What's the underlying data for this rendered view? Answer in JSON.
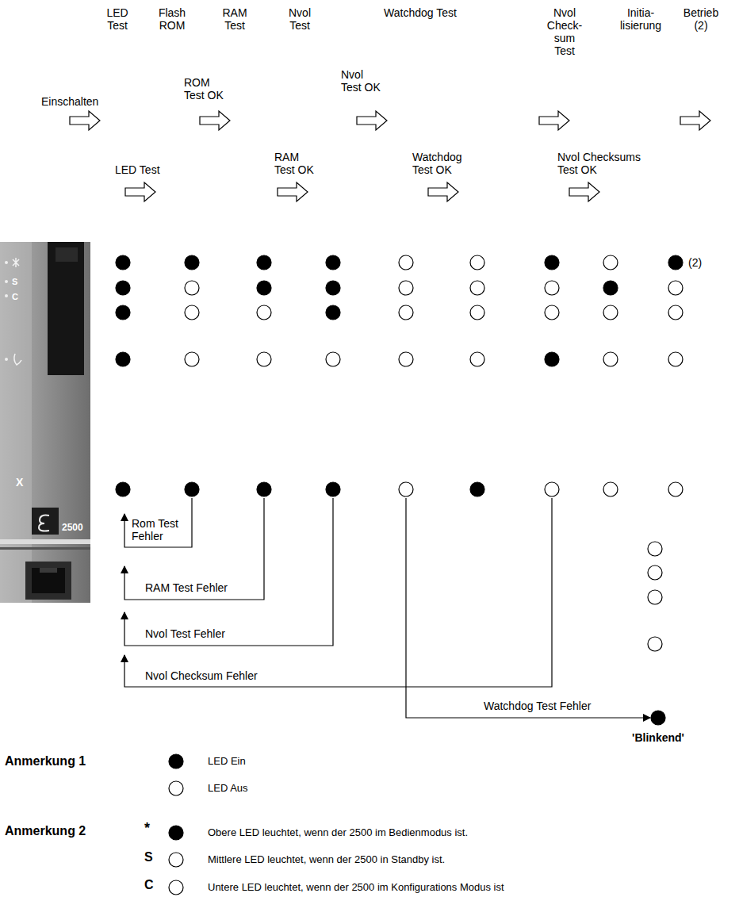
{
  "diagram": {
    "labels": [
      "LED Test",
      "Flash ROM",
      "RAM Test",
      "Nvol Test",
      "Watchdog Test",
      "Nvol Check-sum Test",
      "Initia-lisierung",
      "Betrieb (2)",
      "Einschalten",
      "ROM Test OK",
      "Nvol Test OK",
      "LED Test",
      "RAM Test OK",
      "Watchdog Test OK",
      "Nvol Checksums Test OK",
      "(2)",
      "S",
      "C",
      "X",
      "2500",
      "Rom Test Fehler",
      "RAM Test Fehler",
      "Nvol Test Fehler",
      "Nvol Checksum Fehler",
      "Watchdog Test Fehler",
      "'Blinkend'",
      "Anmerkung 1",
      "Anmerkung 2",
      "*",
      "S",
      "C"
    ],
    "legend": [
      {
        "text": "LED Ein"
      },
      {
        "text": "LED Aus"
      },
      {
        "text": "Obere LED leuchtet, wenn der 2500 im Bedienmodus ist."
      },
      {
        "text": "Mittlere LED leuchtet, wenn der 2500 in Standby ist."
      },
      {
        "text": "Untere LED leuchtet, wenn der 2500 im Konfigurations Modus ist"
      }
    ]
  }
}
